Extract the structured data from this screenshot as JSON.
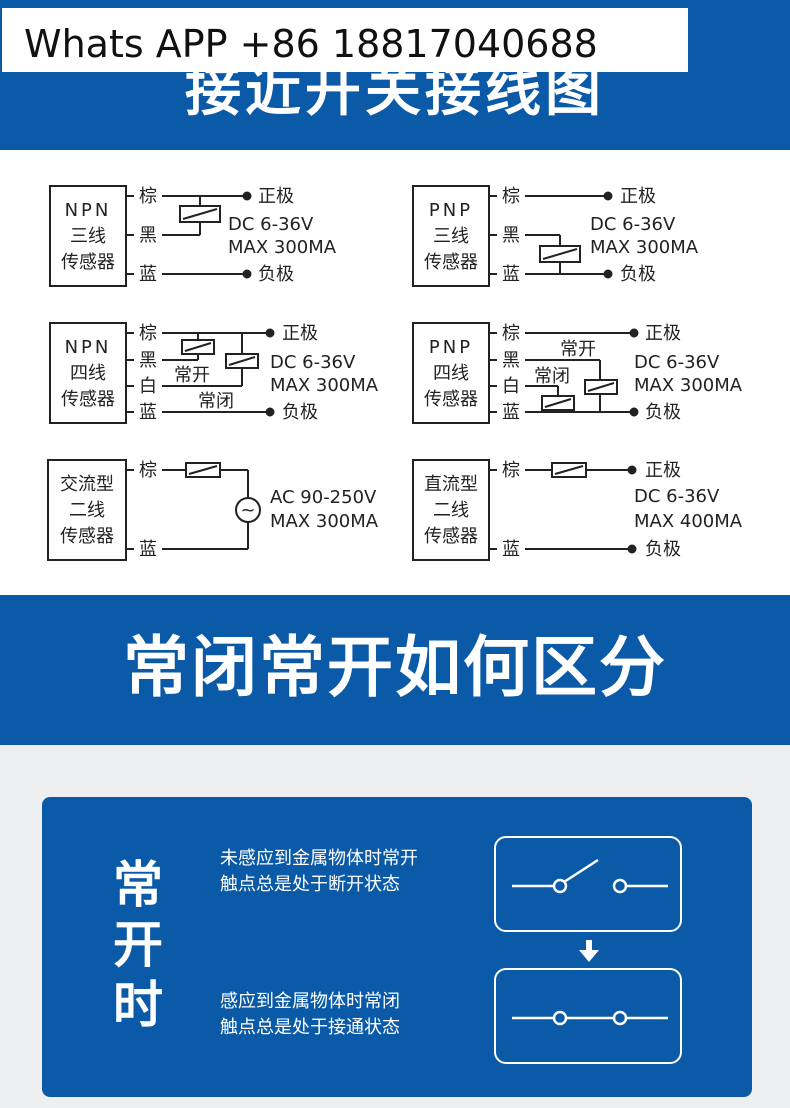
{
  "watermark": {
    "text": "Whats APP +86 18817040688"
  },
  "top_banner": {
    "title": "接近开关接线图"
  },
  "diagrams": {
    "npn3": {
      "label": [
        "NPN",
        "三线",
        "传感器"
      ],
      "wires": [
        "棕",
        "黑",
        "蓝"
      ],
      "positive": "正极",
      "negative": "负极",
      "spec1": "DC 6-36V",
      "spec2": "MAX 300MA"
    },
    "pnp3": {
      "label": [
        "PNP",
        "三线",
        "传感器"
      ],
      "wires": [
        "棕",
        "黑",
        "蓝"
      ],
      "positive": "正极",
      "negative": "负极",
      "spec1": "DC 6-36V",
      "spec2": "MAX 300MA"
    },
    "npn4": {
      "label": [
        "NPN",
        "四线",
        "传感器"
      ],
      "wires": [
        "棕",
        "黑",
        "白",
        "蓝"
      ],
      "positive": "正极",
      "negative": "负极",
      "no": "常开",
      "nc": "常闭",
      "spec1": "DC 6-36V",
      "spec2": "MAX 300MA"
    },
    "pnp4": {
      "label": [
        "PNP",
        "四线",
        "传感器"
      ],
      "wires": [
        "棕",
        "黑",
        "白",
        "蓝"
      ],
      "positive": "正极",
      "negative": "负极",
      "no": "常开",
      "nc": "常闭",
      "spec1": "DC 6-36V",
      "spec2": "MAX 300MA"
    },
    "ac2": {
      "label": [
        "交流型",
        "二线",
        "传感器"
      ],
      "wires": [
        "棕",
        "蓝"
      ],
      "source_symbol": "~",
      "spec1": "AC 90-250V",
      "spec2": "MAX 300MA"
    },
    "dc2": {
      "label": [
        "直流型",
        "二线",
        "传感器"
      ],
      "wires": [
        "棕",
        "蓝"
      ],
      "positive": "正极",
      "negative": "负极",
      "spec1": "DC 6-36V",
      "spec2": "MAX 400MA"
    }
  },
  "mid_banner": {
    "title": "常闭常开如何区分"
  },
  "card": {
    "title": "常开时",
    "open_line1": "未感应到金属物体时常开",
    "open_line2": "触点总是处于断开状态",
    "closed_line1": "感应到金属物体时常闭",
    "closed_line2": "触点总是处于接通状态"
  },
  "colors": {
    "brand_blue": "#0b5aa8",
    "grey_bg": "#eeeff1"
  }
}
